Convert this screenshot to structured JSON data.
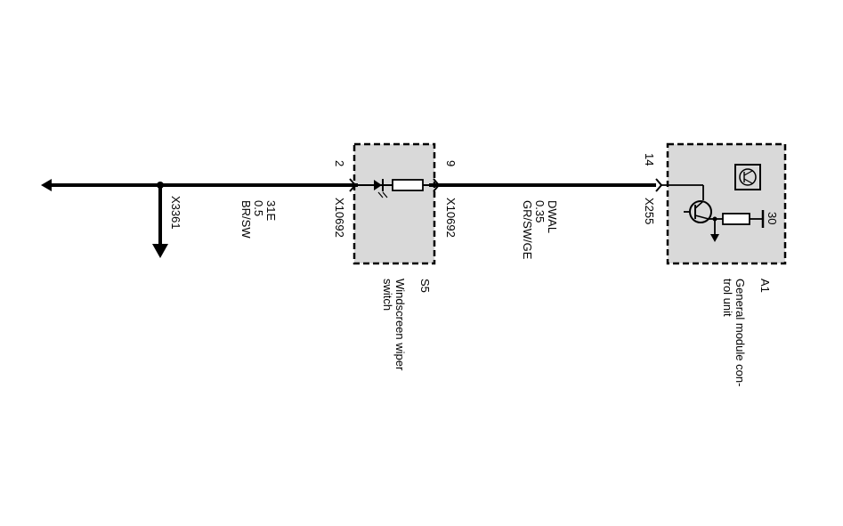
{
  "diagram": {
    "wire_left": {
      "connector": "X3361",
      "circuit": "31E",
      "cross_section": "0.5",
      "color": "BR/SW"
    },
    "switch_s5": {
      "pin_left": "2",
      "pin_right": "9",
      "connector_left": "X10692",
      "connector_right": "X10692",
      "ref": "S5",
      "name_line1": "Windscreen wiper",
      "name_line2": "switch"
    },
    "wire_right": {
      "circuit": "DWAL",
      "cross_section": "0.35",
      "color": "GR/SW/GE"
    },
    "module_a1": {
      "pin": "14",
      "connector": "X255",
      "terminal": "30",
      "ref": "A1",
      "name_line1": "General module con-",
      "name_line2": "trol unit"
    },
    "colors": {
      "wire": "#000000",
      "box_fill": "#d9d9d9",
      "box_border": "#000000"
    }
  }
}
